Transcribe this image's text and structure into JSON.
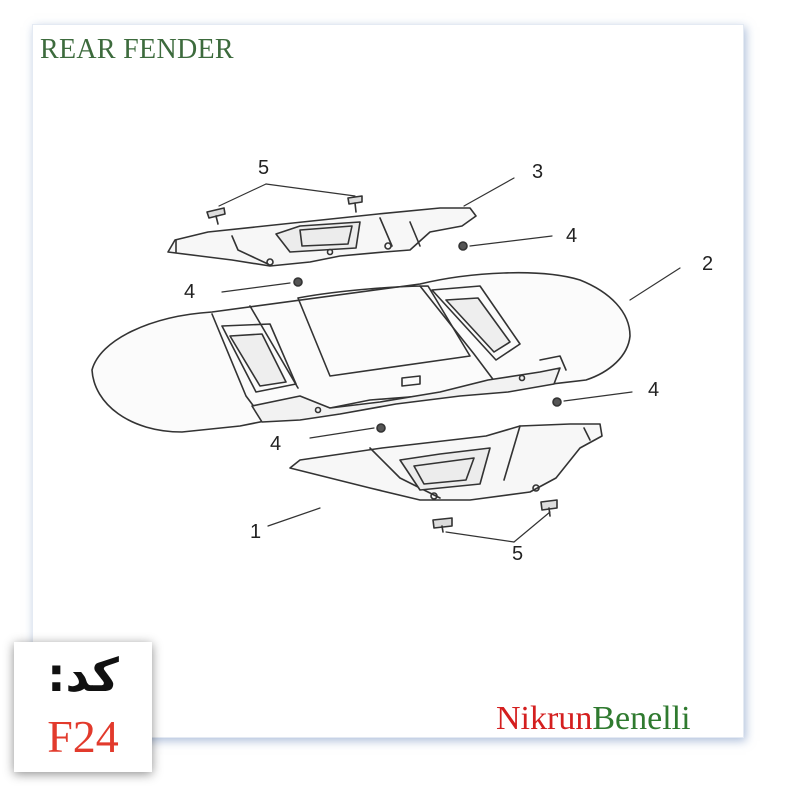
{
  "title": "REAR FENDER",
  "callouts": {
    "c1": "1",
    "c2": "2",
    "c3": "3",
    "c4a": "4",
    "c4b": "4",
    "c4c": "4",
    "c4d": "4",
    "c5a": "5",
    "c5b": "5"
  },
  "code": {
    "label": "کد:",
    "value": "F24"
  },
  "brand": {
    "part1": "Nikrun",
    "part2": "Benelli"
  },
  "colors": {
    "title": "#3d6b3d",
    "code_value": "#e23a2c",
    "brand_part1": "#d41f1f",
    "brand_part2": "#2f7a2f",
    "line_art": "#333333"
  }
}
